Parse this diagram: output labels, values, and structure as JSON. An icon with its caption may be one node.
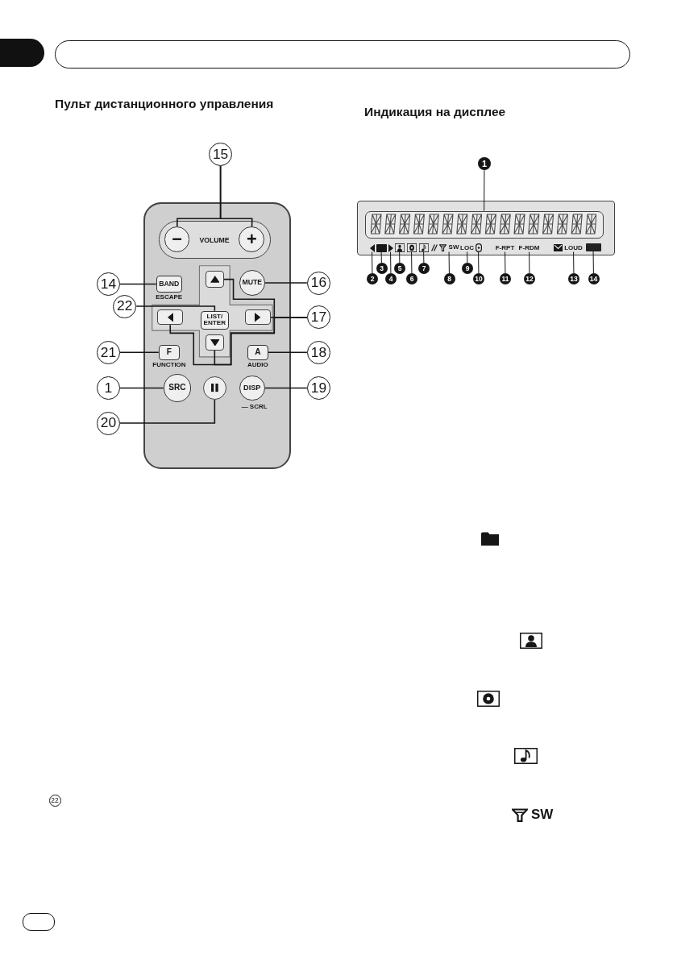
{
  "diagram": {
    "nodes": [
      {
        "text": [
          "15"
        ]
      },
      {
        "text": [],
        "shape": "box"
      },
      {
        "text": [
          "VOLUME"
        ],
        "in": 1
      },
      {
        "text": [
          "−"
        ],
        "in": 2
      },
      {
        "text": [
          "+"
        ],
        "in": 2
      },
      {
        "text": [
          "14"
        ]
      },
      {
        "text": [
          "BAND"
        ],
        "beside": [
          "ESCAPE"
        ],
        "in": 1
      },
      {
        "text": [],
        "shape": "box",
        "in": 1
      },
      {
        "text": [
          "MUTE"
        ],
        "in": 1
      },
      {
        "text": [
          "16"
        ]
      },
      {
        "text": [
          "22"
        ]
      },
      {
        "text": [
          "LIST/ ENTER"
        ],
        "in": 1
      },
      {
        "text": [],
        "shape": "box",
        "in": 1
      },
      {
        "text": [],
        "shape": "box",
        "in": 1
      },
      {
        "text": [
          "17"
        ]
      },
      {
        "text": [
          "21"
        ]
      },
      {
        "text": [
          "F"
        ],
        "beside": [
          "FUNCTION"
        ],
        "in": 1
      },
      {
        "text": [],
        "shape": "box",
        "in": 1
      },
      {
        "text": [
          "A"
        ],
        "beside": [
          "AUDIO"
        ],
        "in": 1
      },
      {
        "text": [
          "18"
        ]
      },
      {
        "text": [
          "1"
        ]
      },
      {
        "text": [
          "SRC"
        ],
        "in": 1
      },
      {
        "text": [],
        "shape": "circle",
        "in": 1
      },
      {
        "text": [
          "DISP"
        ],
        "beside": [
          "— SCRL"
        ],
        "in": 1
      },
      {
        "text": [
          "19"
        ]
      },
      {
        "text": [
          "20"
        ]
      },
      {
        "text": [
          "1"
        ]
      },
      {
        "text": [],
        "shape": "box"
      },
      {
        "text": [],
        "shape": "box",
        "in": 27
      },
      {
        "text": [],
        "shape": "triangle",
        "in": 27
      },
      {
        "text": [],
        "shape": "box",
        "in": 27
      },
      {
        "text": [],
        "shape": "triangle",
        "in": 27
      },
      {
        "text": [],
        "shape": "picture",
        "in": 27
      },
      {
        "text": [],
        "shape": "picture",
        "in": 27
      },
      {
        "text": [],
        "shape": "picture",
        "in": 27
      },
      {
        "text": [
          "SW"
        ],
        "in": 27
      },
      {
        "text": [
          "LOC"
        ],
        "in": 27
      },
      {
        "text": [],
        "shape": "picture",
        "in": 27
      },
      {
        "text": [
          "F-RPT"
        ],
        "in": 27
      },
      {
        "text": [
          "F-RDM"
        ],
        "in": 27
      },
      {
        "text": [
          "LOUD"
        ],
        "in": 27
      },
      {
        "text": [],
        "shape": "box",
        "in": 27
      },
      {
        "text": [
          "2"
        ]
      },
      {
        "text": [
          "3"
        ]
      },
      {
        "text": [
          "4"
        ]
      },
      {
        "text": [
          "5"
        ]
      },
      {
        "text": [
          "6"
        ]
      },
      {
        "text": [
          "7"
        ]
      },
      {
        "text": [
          "8"
        ]
      },
      {
        "text": [
          "9"
        ]
      },
      {
        "text": [
          "10"
        ]
      },
      {
        "text": [
          "11"
        ]
      },
      {
        "text": [
          "12"
        ]
      },
      {
        "text": [
          "13"
        ]
      },
      {
        "text": [
          "14"
        ]
      }
    ],
    "edges": [
      {
        "from": 0,
        "to": 3,
        "arrow": "none"
      },
      {
        "from": 0,
        "to": 4,
        "arrow": "none"
      },
      {
        "from": 5,
        "to": 6,
        "arrow": "none"
      },
      {
        "from": 9,
        "to": 8,
        "arrow": "none"
      },
      {
        "from": 10,
        "to": 11,
        "arrow": "none"
      },
      {
        "from": 14,
        "to": 7,
        "arrow": "none"
      },
      {
        "from": 14,
        "to": 13,
        "arrow": "none"
      },
      {
        "from": 14,
        "to": 17,
        "arrow": "none"
      },
      {
        "from": 14,
        "to": 12,
        "arrow": "none"
      },
      {
        "from": 15,
        "to": 16,
        "arrow": "none"
      },
      {
        "from": 19,
        "to": 18,
        "arrow": "none"
      },
      {
        "from": 20,
        "to": 21,
        "arrow": "none"
      },
      {
        "from": 24,
        "to": 23,
        "arrow": "none"
      },
      {
        "from": 25,
        "to": 22,
        "arrow": "none"
      },
      {
        "from": 26,
        "to": 28,
        "arrow": "none"
      },
      {
        "from": 42,
        "to": 29,
        "arrow": "none"
      },
      {
        "from": 43,
        "to": 30,
        "arrow": "none"
      },
      {
        "from": 44,
        "to": 31,
        "arrow": "none"
      },
      {
        "from": 45,
        "to": 32,
        "arrow": "none"
      },
      {
        "from": 46,
        "to": 33,
        "arrow": "none"
      },
      {
        "from": 47,
        "to": 34,
        "arrow": "none"
      },
      {
        "from": 48,
        "to": 35,
        "arrow": "none"
      },
      {
        "from": 49,
        "to": 36,
        "arrow": "none"
      },
      {
        "from": 50,
        "to": 37,
        "arrow": "none"
      },
      {
        "from": 51,
        "to": 38,
        "arrow": "none"
      },
      {
        "from": 52,
        "to": 39,
        "arrow": "none"
      },
      {
        "from": 53,
        "to": 40,
        "arrow": "none"
      },
      {
        "from": 54,
        "to": 41,
        "arrow": "none"
      }
    ],
    "labels": [
      "Пульт дистанционного управления",
      "Индикация на дисплее",
      "22",
      "SW"
    ]
  }
}
